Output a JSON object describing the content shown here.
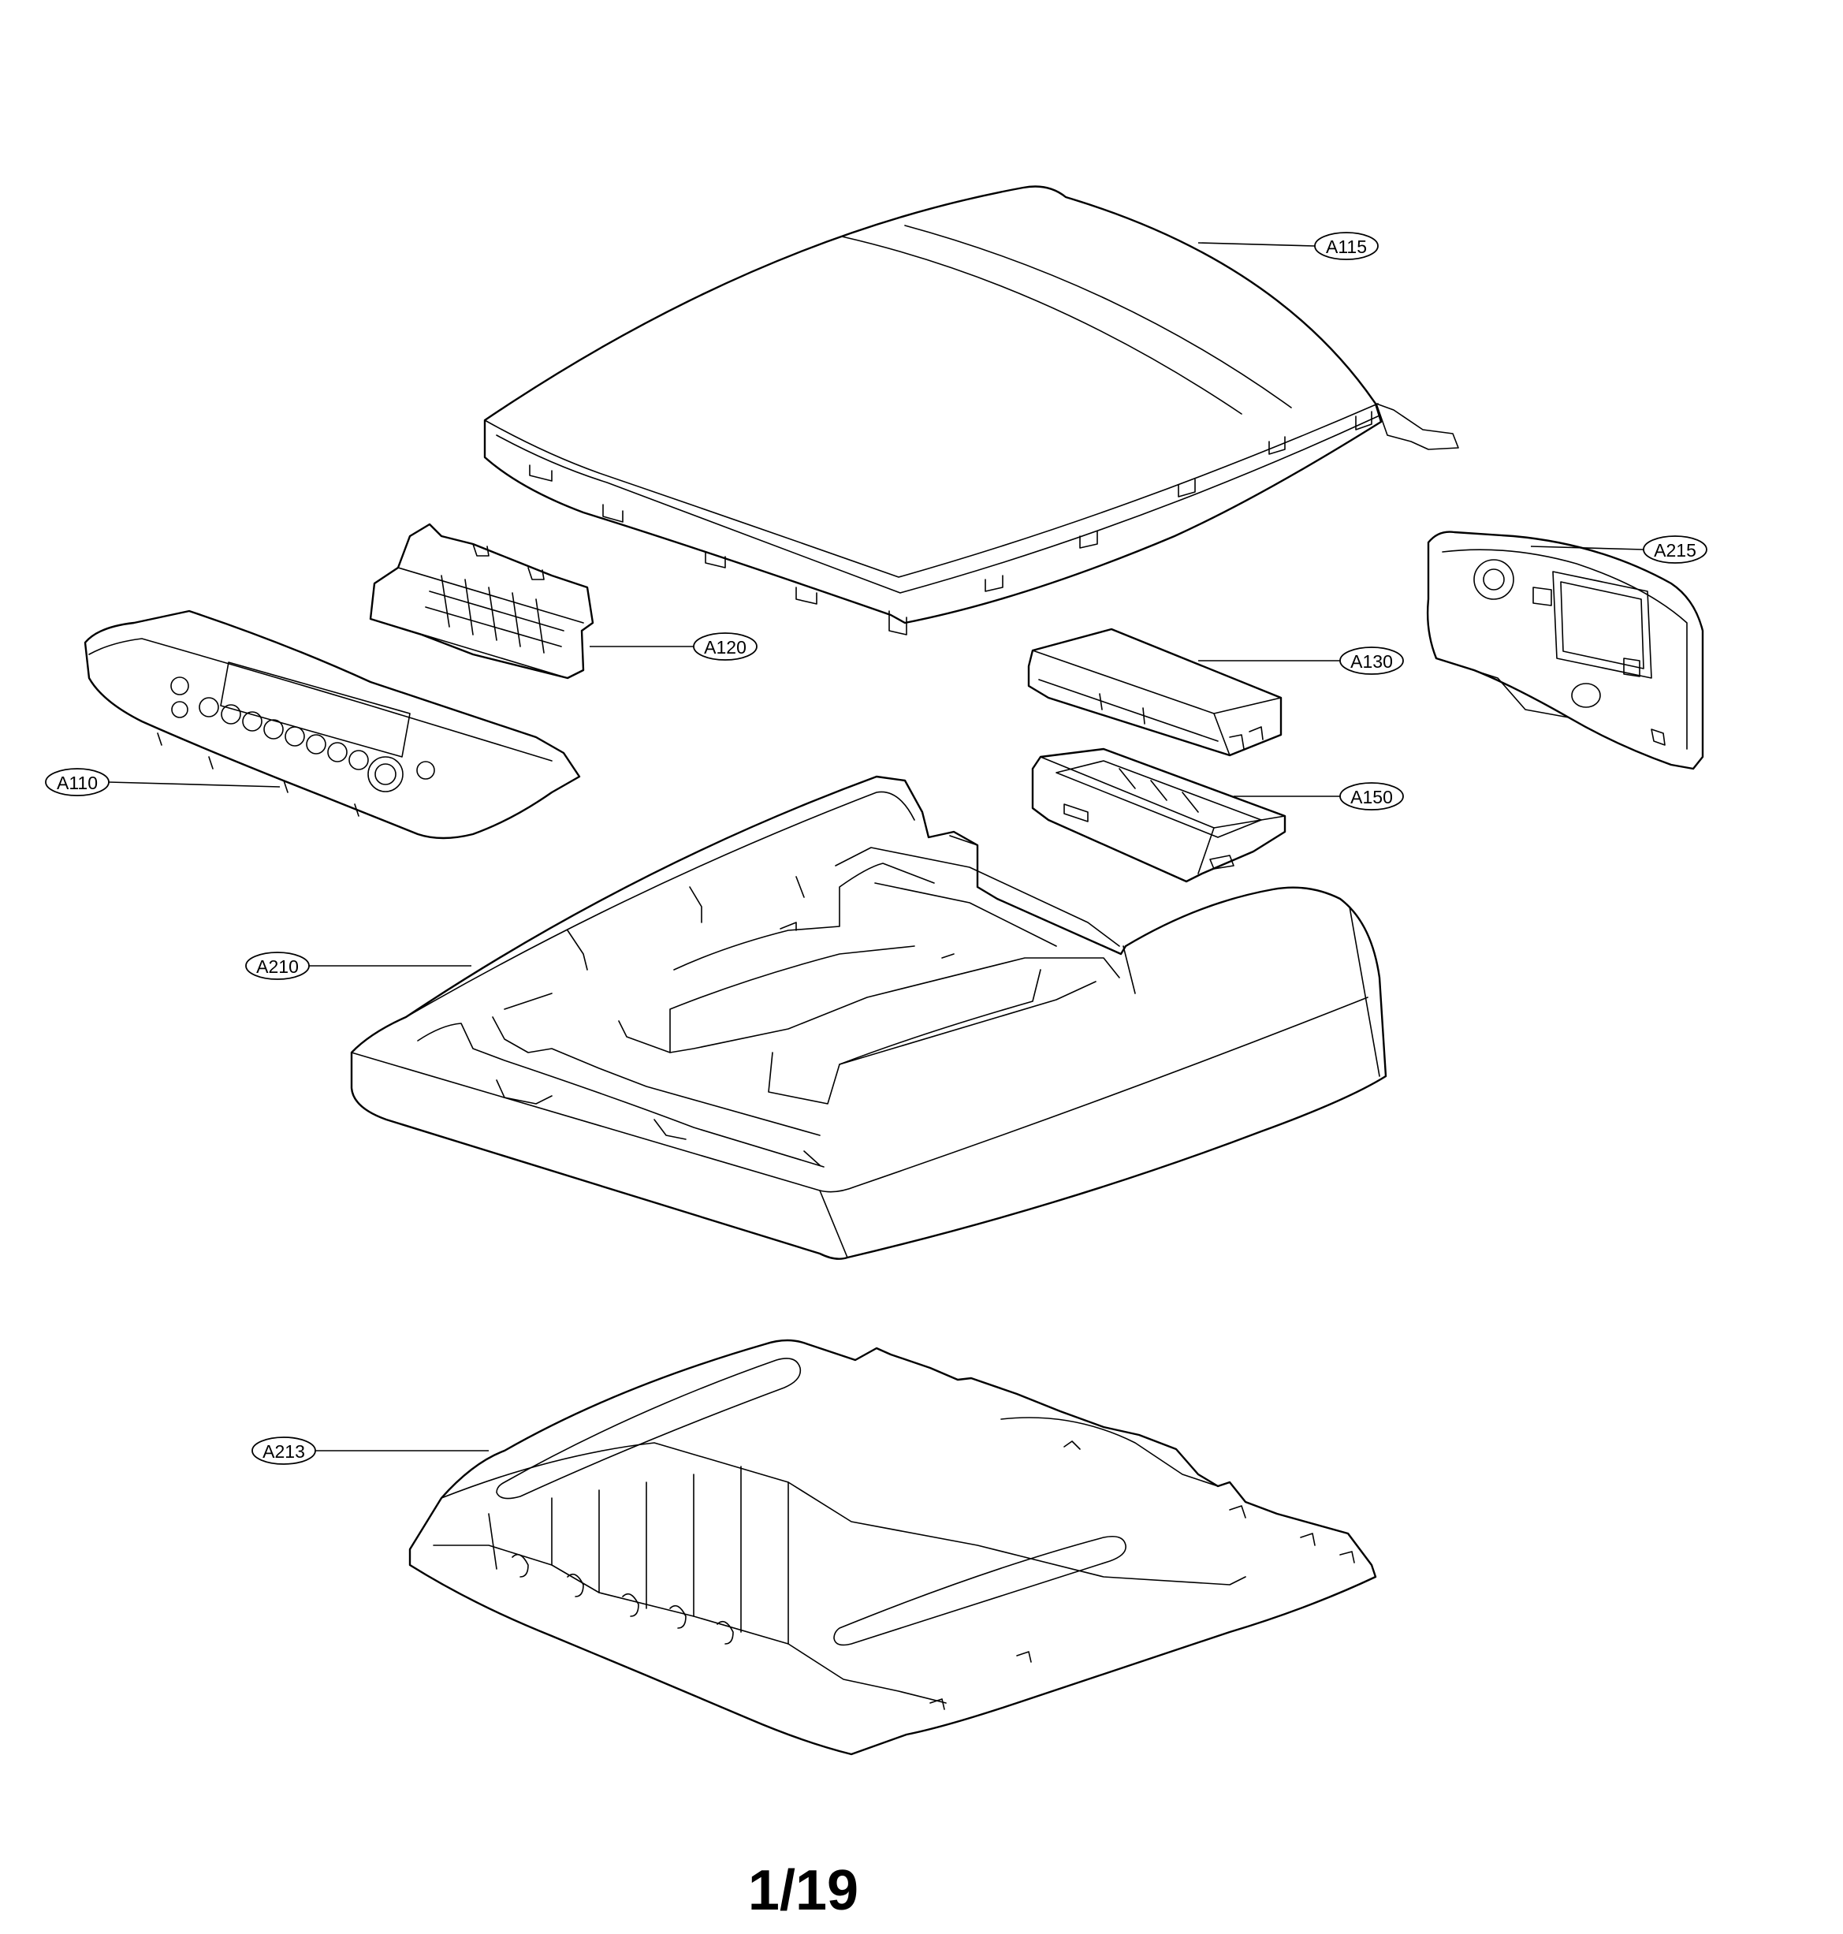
{
  "diagram": {
    "callouts": [
      {
        "id": "a115",
        "label": "A115"
      },
      {
        "id": "a215",
        "label": "A215"
      },
      {
        "id": "a120",
        "label": "A120"
      },
      {
        "id": "a130",
        "label": "A130"
      },
      {
        "id": "a110",
        "label": "A110"
      },
      {
        "id": "a150",
        "label": "A150"
      },
      {
        "id": "a210",
        "label": "A210"
      },
      {
        "id": "a213",
        "label": "A213"
      }
    ]
  },
  "page": {
    "number": "1/19"
  },
  "colors": {
    "line": "#000000",
    "background": "#ffffff"
  }
}
